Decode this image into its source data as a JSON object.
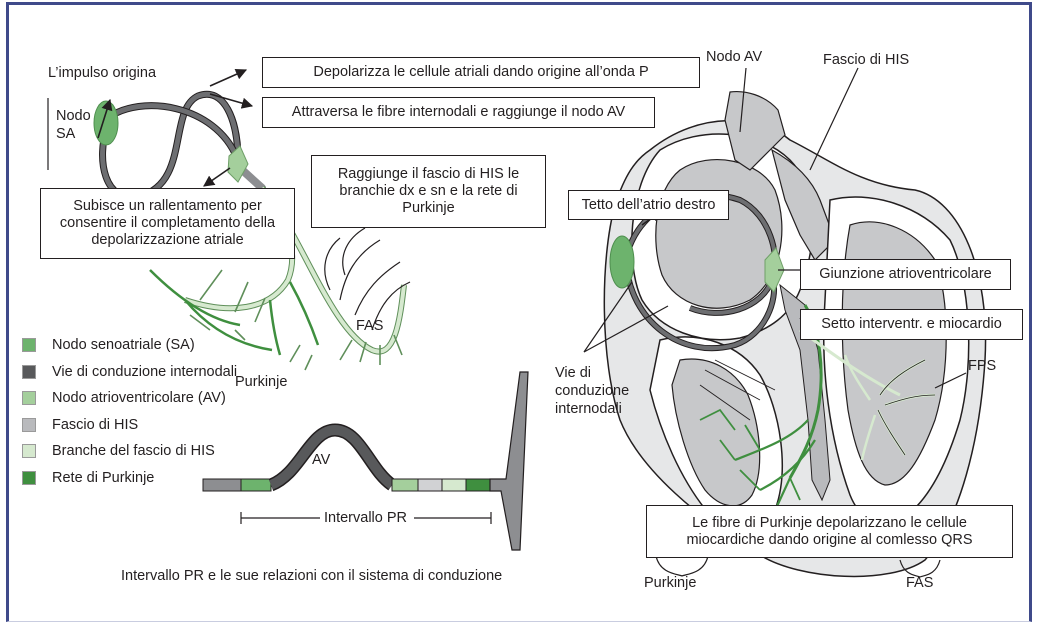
{
  "left": {
    "impulse_label": "L’impulso origina",
    "sa_node_label": "Nodo SA",
    "box_p_wave": "Depolarizza le cellule atriali dando origine all’onda P",
    "box_av_node": "Attraversa le fibre internodali e raggiunge il nodo AV",
    "box_slowdown": "Subisce un rallentamento per consentire il completamento della depolarizzazione atriale",
    "box_his": "Raggiunge il fascio di HIS le branchie dx e sn e la rete di Purkinje",
    "fas_label": "FAS",
    "purkinje_label": "Purkinje"
  },
  "legend": {
    "items": [
      {
        "label": "Nodo senoatriale (SA)",
        "color": "#6db36d"
      },
      {
        "label": "Vie di conduzione internodali",
        "color": "#58595b"
      },
      {
        "label": "Nodo atrioventricolare (AV)",
        "color": "#a4cf9c"
      },
      {
        "label": "Fascio di HIS",
        "color": "#b9babd"
      },
      {
        "label": "Branche del fascio di HIS",
        "color": "#d6e9cf"
      },
      {
        "label": "Rete di Purkinje",
        "color": "#3f8f3f"
      }
    ]
  },
  "ecg": {
    "av_label": "AV",
    "pr_label": "Intervallo PR",
    "caption": "Intervallo PR e le sue relazioni con il sistema di conduzione"
  },
  "right": {
    "av_node_label": "Nodo AV",
    "his_label": "Fascio di HIS",
    "box_roof": "Tetto dell’atrio destro",
    "box_junction": "Giunzione atrioventricolare",
    "box_septum": "Setto interventr. e miocardio",
    "internodal_label": "Vie di conduzione internodali",
    "fps_label": "FPS",
    "box_purkinje": "Le fibre di Purkinje depolarizzano le cellule miocardiche dando origine al comlesso QRS",
    "purkinje_label": "Purkinje",
    "fas_label": "FAS"
  }
}
